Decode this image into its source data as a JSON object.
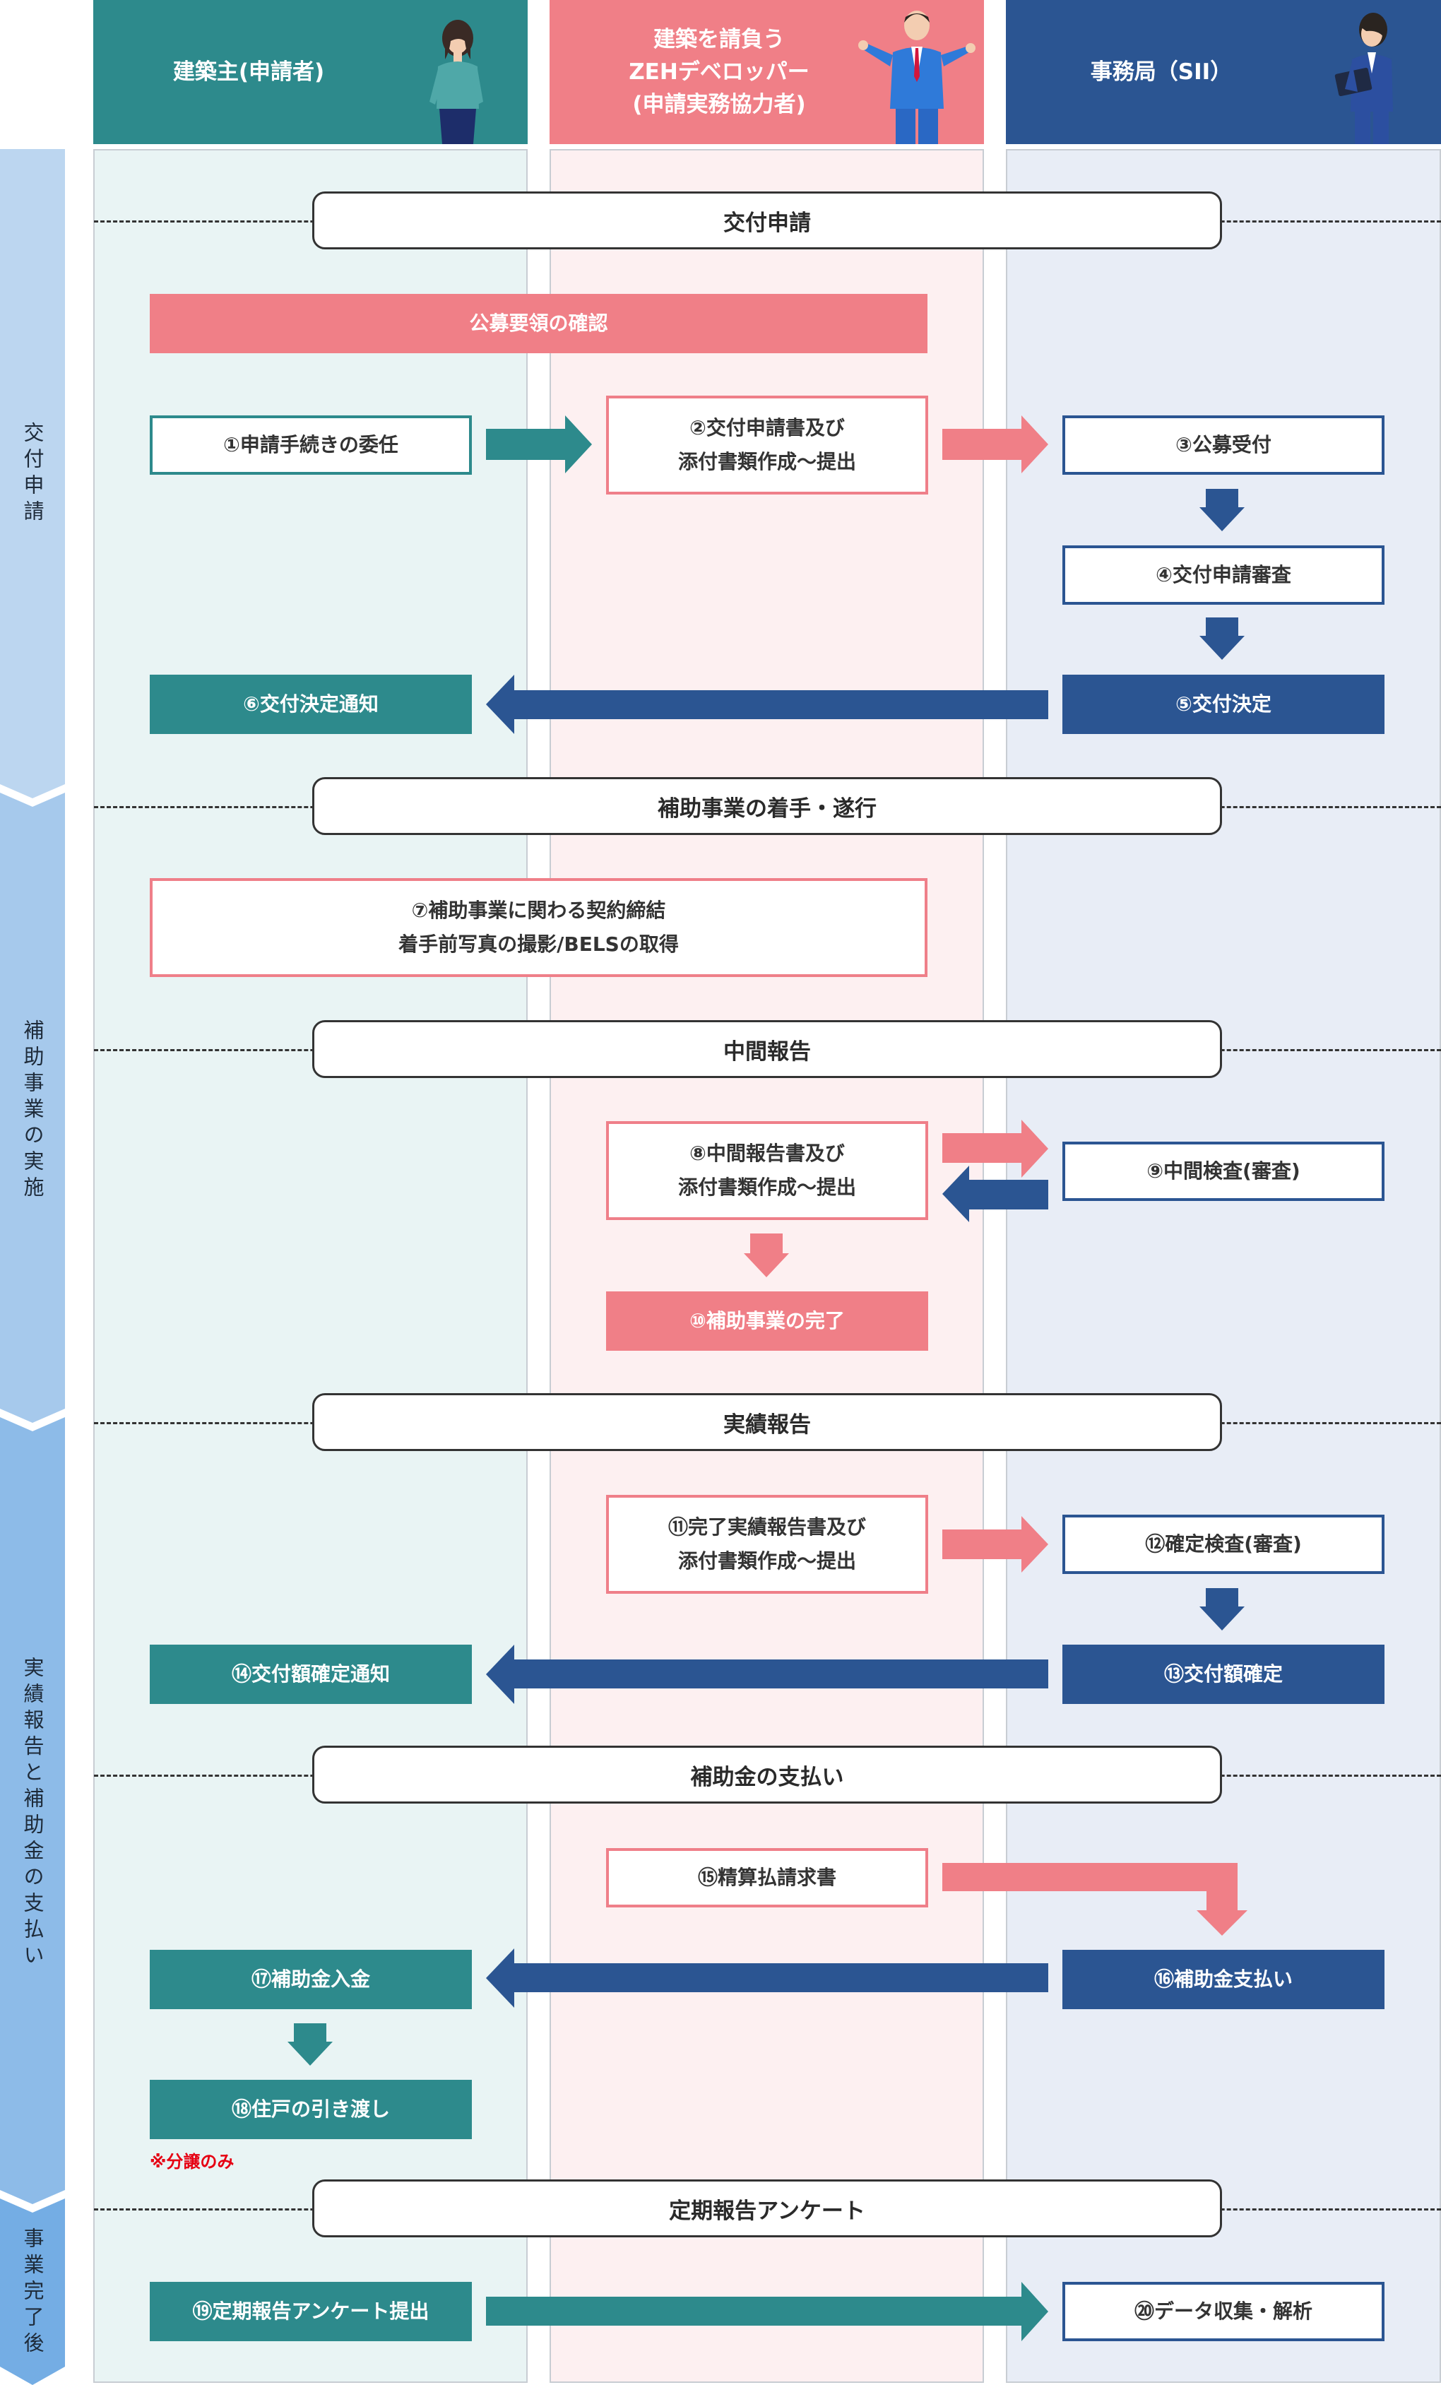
{
  "colors": {
    "teal": "#2d8a8c",
    "pink": "#f07f87",
    "navy": "#2b5592",
    "lane_applicant_bg": "#e9f4f4",
    "lane_developer_bg": "#fdf0f1",
    "lane_office_bg": "#e8edf6",
    "phase_band": "#a8c9ea",
    "note_red": "#e60012"
  },
  "columns": {
    "applicant": {
      "label": "建築主(申請者)",
      "figure": "woman-icon"
    },
    "developer": {
      "label": "建築を請負う\nZEHデベロッパー\n(申請実務協力者)",
      "figure": "presenter-man-icon"
    },
    "office": {
      "label": "事務局（SII）",
      "figure": "businesswoman-tablet-icon"
    }
  },
  "phases": [
    "交付申請",
    "補助事業の実施",
    "実績報告と補助金の支払い",
    "事業完了後"
  ],
  "sections": [
    "交付申請",
    "補助事業の着手・遂行",
    "中間報告",
    "実績報告",
    "補助金の支払い",
    "定期報告アンケート"
  ],
  "steps": {
    "confirm": "公募要領の確認",
    "s1": "①申請手続きの委任",
    "s2": "②交付申請書及び\n添付書類作成〜提出",
    "s3": "③公募受付",
    "s4": "④交付申請審査",
    "s5": "⑤交付決定",
    "s6": "⑥交付決定通知",
    "s7": "⑦補助事業に関わる契約締結\n着手前写真の撮影/BELSの取得",
    "s8": "⑧中間報告書及び\n添付書類作成〜提出",
    "s9": "⑨中間検査(審査)",
    "s10": "⑩補助事業の完了",
    "s11": "⑪完了実績報告書及び\n添付書類作成〜提出",
    "s12": "⑫確定検査(審査)",
    "s13": "⑬交付額確定",
    "s14": "⑭交付額確定通知",
    "s15": "⑮精算払請求書",
    "s16": "⑯補助金支払い",
    "s17": "⑰補助金入金",
    "s18": "⑱住戸の引き渡し",
    "s19": "⑲定期報告アンケート提出",
    "s20": "⑳データ収集・解析"
  },
  "note": "※分譲のみ"
}
